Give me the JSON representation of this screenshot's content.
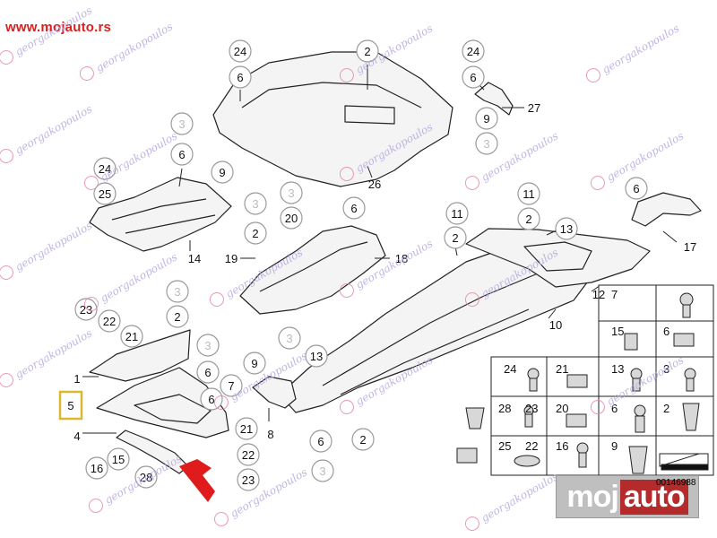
{
  "site": {
    "url": "www.mojauto.rs"
  },
  "watermark": {
    "text": "georgakopoulos"
  },
  "logo": {
    "part1": "moj",
    "part2": "auto"
  },
  "ref": "00146988",
  "colors": {
    "highlight": "#d9b82e",
    "arrow": "#e01b1b",
    "part_fill": "#f4f4f4",
    "part_edge": "#222222",
    "circle_edge": "#9a9a9a"
  },
  "callouts": {
    "c1": "24",
    "c2": "6",
    "c3": "2",
    "c4": "24",
    "c5": "6",
    "c6": "9",
    "c7": "27",
    "c8": "3",
    "c9": "26",
    "c10": "3",
    "c11": "6",
    "c12": "24",
    "c13": "25",
    "c14": "9",
    "c15": "14",
    "c16": "3",
    "c17": "2",
    "c18": "19",
    "c19": "3",
    "c20": "20",
    "c21": "6",
    "c22": "18",
    "c23": "11",
    "c24": "2",
    "c25": "11",
    "c26": "2",
    "c27": "13",
    "c28": "6",
    "c29": "17",
    "c30": "12",
    "c31": "10",
    "c32": "3",
    "c33": "2",
    "c34": "23",
    "c35": "22",
    "c36": "21",
    "c37": "1",
    "c38": "5",
    "c39": "4",
    "c40": "16",
    "c41": "15",
    "c42": "28",
    "c43": "3",
    "c44": "6",
    "c45": "7",
    "c46": "6",
    "c47": "9",
    "c48": "3",
    "c49": "13",
    "c50": "8",
    "c51": "21",
    "c52": "22",
    "c53": "23",
    "c54": "6",
    "c55": "3",
    "c56": "2"
  },
  "legend": {
    "cells": [
      "7",
      "15",
      "6",
      "24",
      "21",
      "13",
      "3",
      "28",
      "23",
      "20",
      "6",
      "2",
      "25",
      "22",
      "16",
      "9"
    ]
  }
}
